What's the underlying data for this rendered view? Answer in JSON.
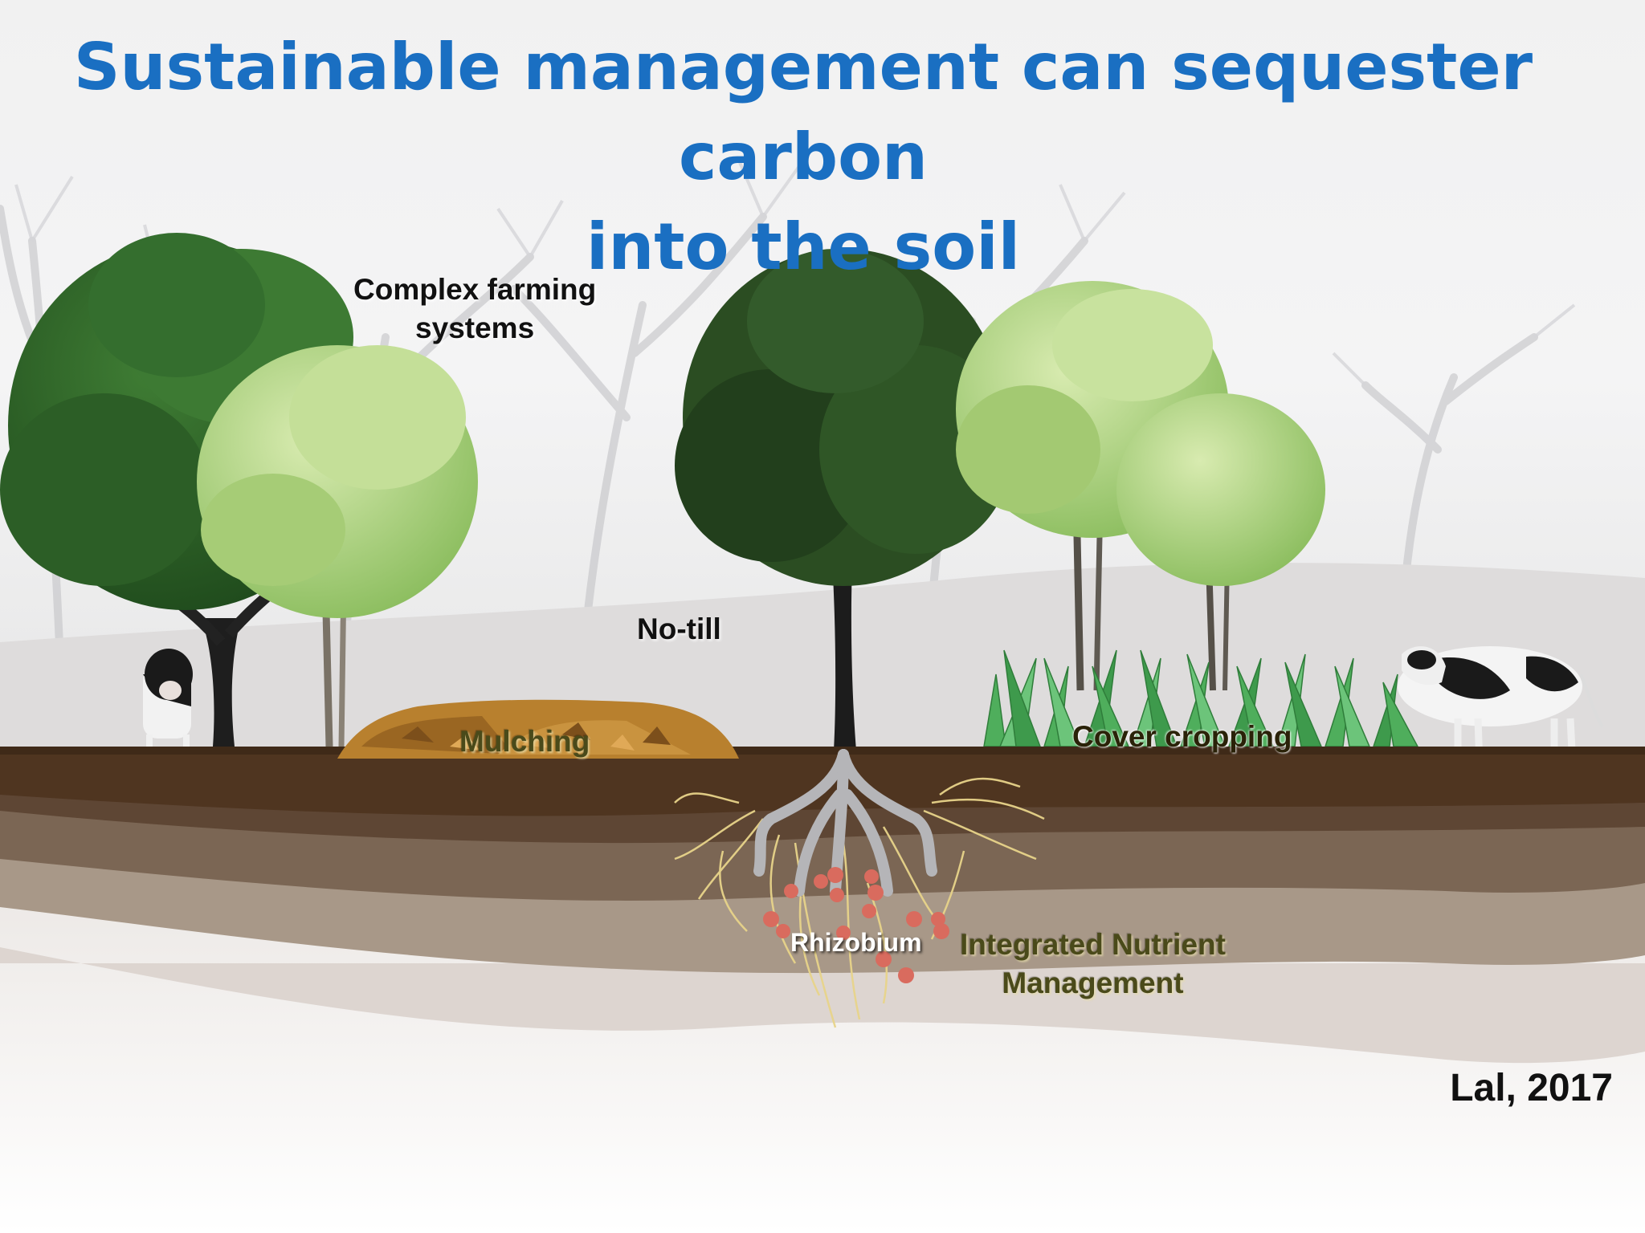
{
  "title": {
    "line1": "Sustainable management can sequester carbon",
    "line2": "into the soil"
  },
  "labels": {
    "complex_farming_line1": "Complex farming",
    "complex_farming_line2": "systems",
    "no_till": "No-till",
    "mulching": "Mulching",
    "cover_cropping": "Cover cropping",
    "rhizobium": "Rhizobium",
    "inm_line1": "Integrated Nutrient",
    "inm_line2": "Management"
  },
  "citation": "Lal, 2017",
  "colors": {
    "title": "#1a6fc2",
    "topsoil": "#4f3520",
    "mulch": "#b8802e",
    "grass": "#4fae5c",
    "rhizobium": "#d96b5e",
    "roots": "#e8d48a"
  }
}
